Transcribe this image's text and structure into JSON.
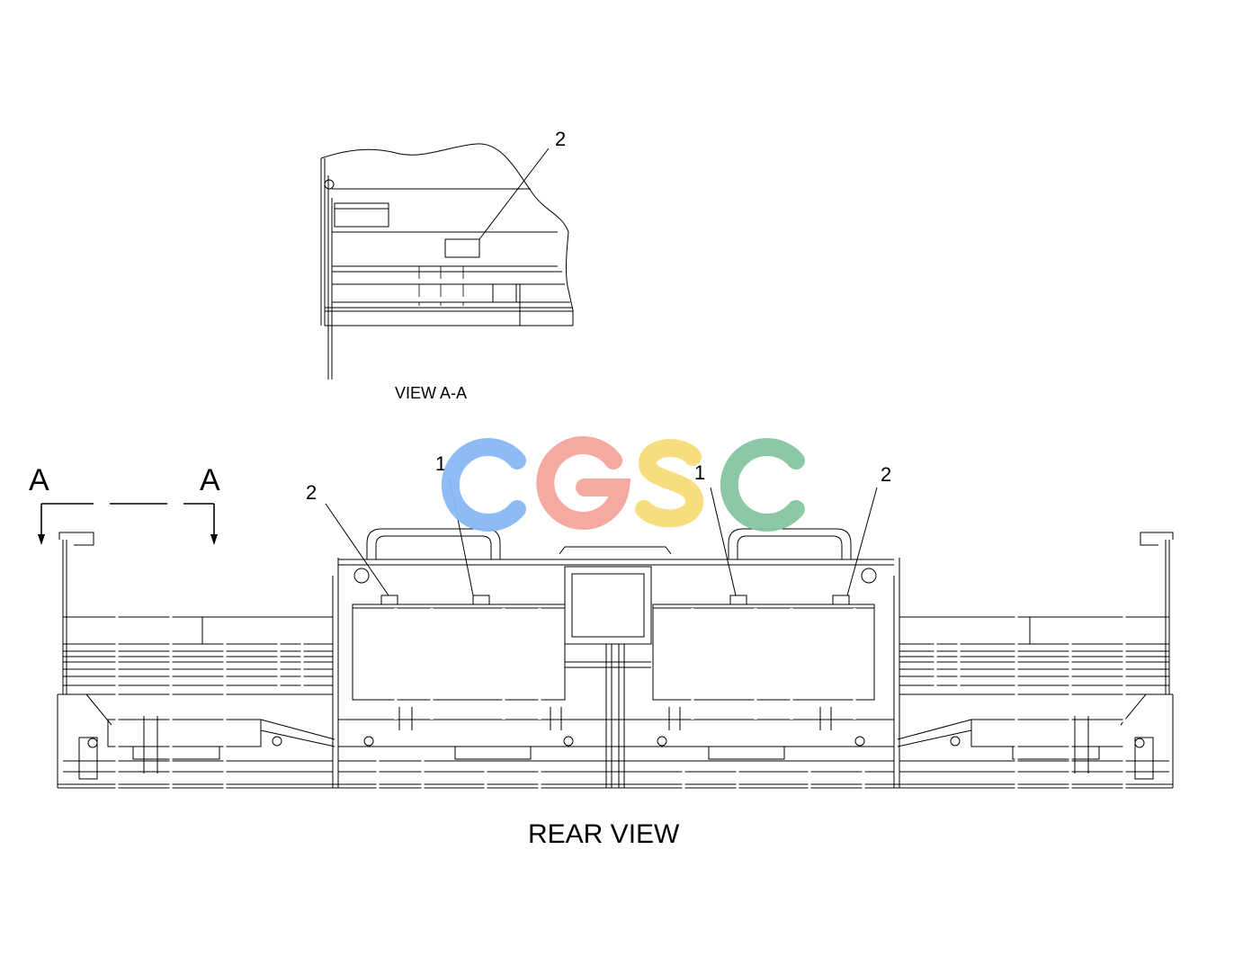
{
  "views": {
    "section_view_label": "VIEW A-A",
    "main_view_label": "REAR VIEW"
  },
  "callouts": {
    "view_aa_item": "2",
    "rear_left_outer": "2",
    "rear_left_inner": "1",
    "rear_right_inner": "1",
    "rear_right_outer": "2"
  },
  "section_marker": {
    "left_letter": "A",
    "right_letter": "A"
  },
  "watermark": {
    "text": "CGSC",
    "colors": [
      "#8ab8f5",
      "#f4a59c",
      "#f8dc78",
      "#86c6a2"
    ]
  }
}
